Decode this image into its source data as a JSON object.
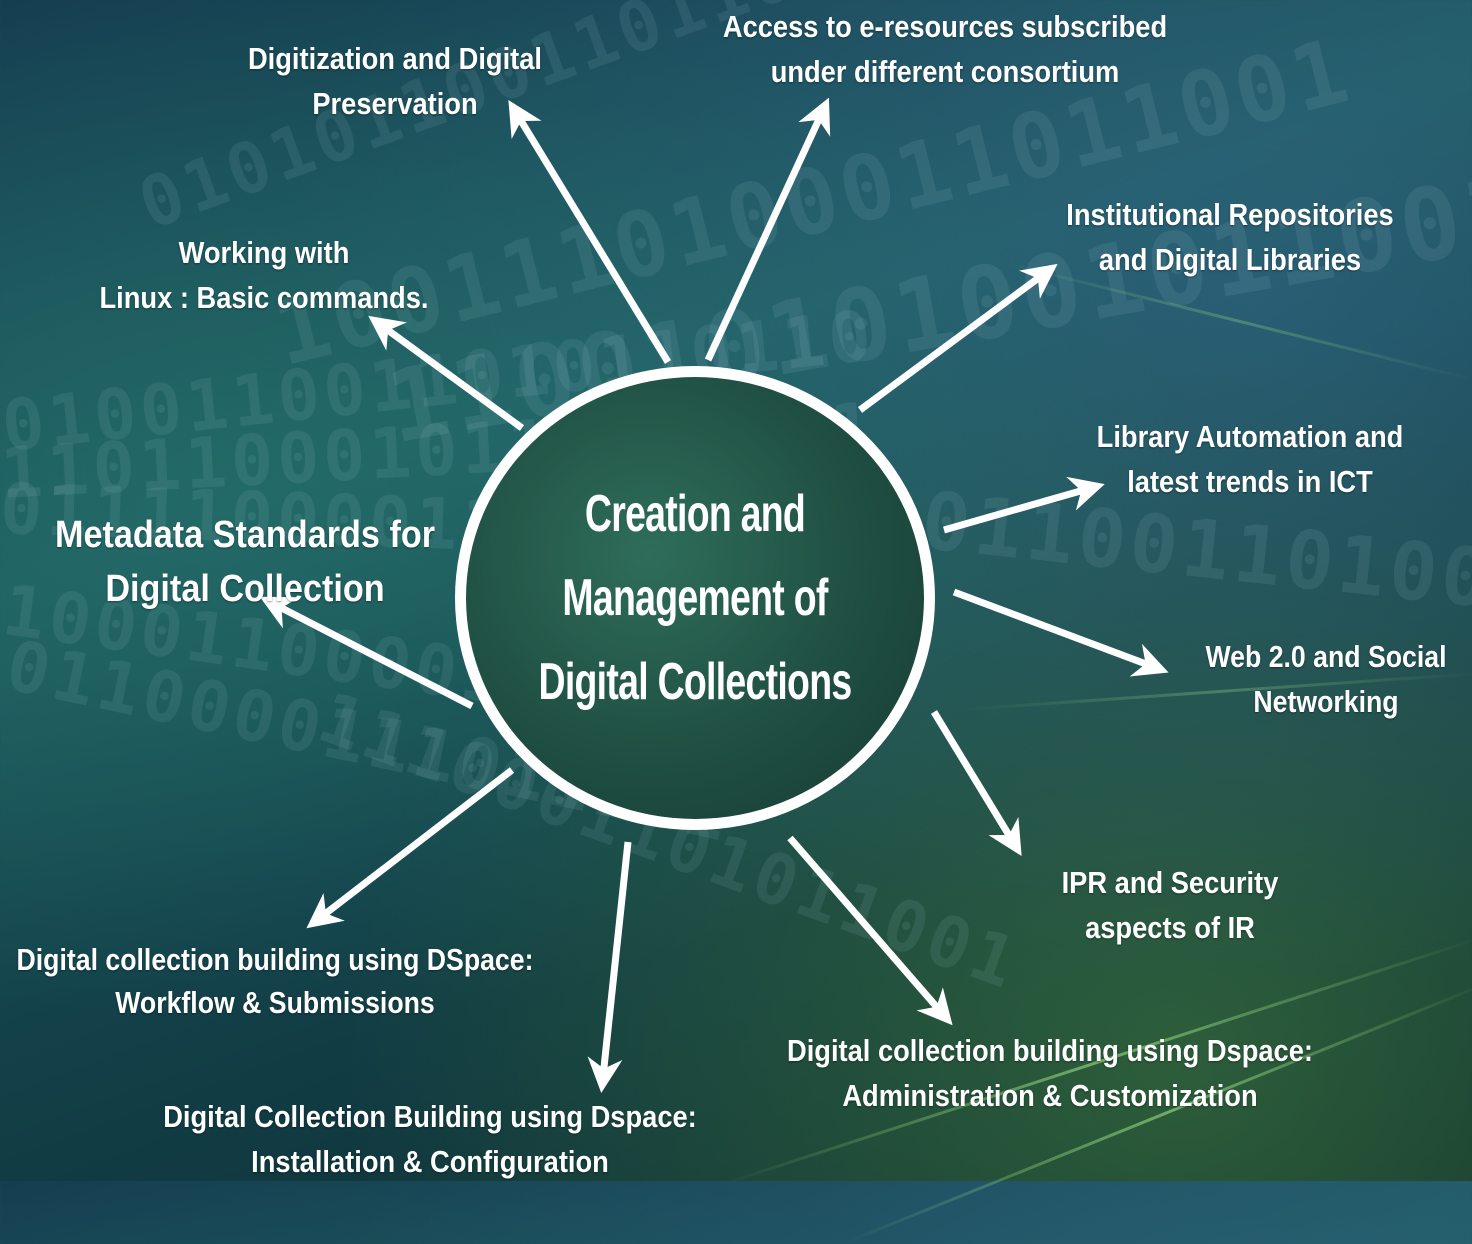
{
  "center": {
    "title": "Creation and Management of\nDigital Collections"
  },
  "topics": [
    {
      "id": "digitization",
      "label": "Digitization and Digital\nPreservation"
    },
    {
      "id": "e-resources",
      "label": "Access to e-resources subscribed\nunder different consortium"
    },
    {
      "id": "institutional-repositories",
      "label": "Institutional Repositories\nand Digital Libraries"
    },
    {
      "id": "linux",
      "label": "Working with\nLinux : Basic commands."
    },
    {
      "id": "library-automation",
      "label": "Library Automation and\nlatest trends in ICT"
    },
    {
      "id": "metadata",
      "label": "Metadata Standards for\nDigital Collection"
    },
    {
      "id": "web20",
      "label": "Web 2.0 and Social\nNetworking"
    },
    {
      "id": "ipr",
      "label": "IPR and Security\naspects of IR"
    },
    {
      "id": "dspace-workflow",
      "label": "Digital collection building using DSpace:\nWorkflow & Submissions"
    },
    {
      "id": "dspace-admin",
      "label": "Digital collection building using Dspace:\nAdministration & Customization"
    },
    {
      "id": "dspace-install",
      "label": "Digital Collection Building using Dspace:\nInstallation & Configuration"
    }
  ],
  "background": {
    "digit_rows": [
      "0101011001101101",
      "1001110100011011001",
      "110010101001011001",
      "0100110011010110110",
      "1101100010111000111",
      "011110000111101",
      "1000110000101101",
      "0110000111011101",
      "1110001101011001",
      "01100110100111011"
    ]
  },
  "colors": {
    "arrow": "#ffffff",
    "hub_border": "#ffffff",
    "text": "#ffffff"
  }
}
